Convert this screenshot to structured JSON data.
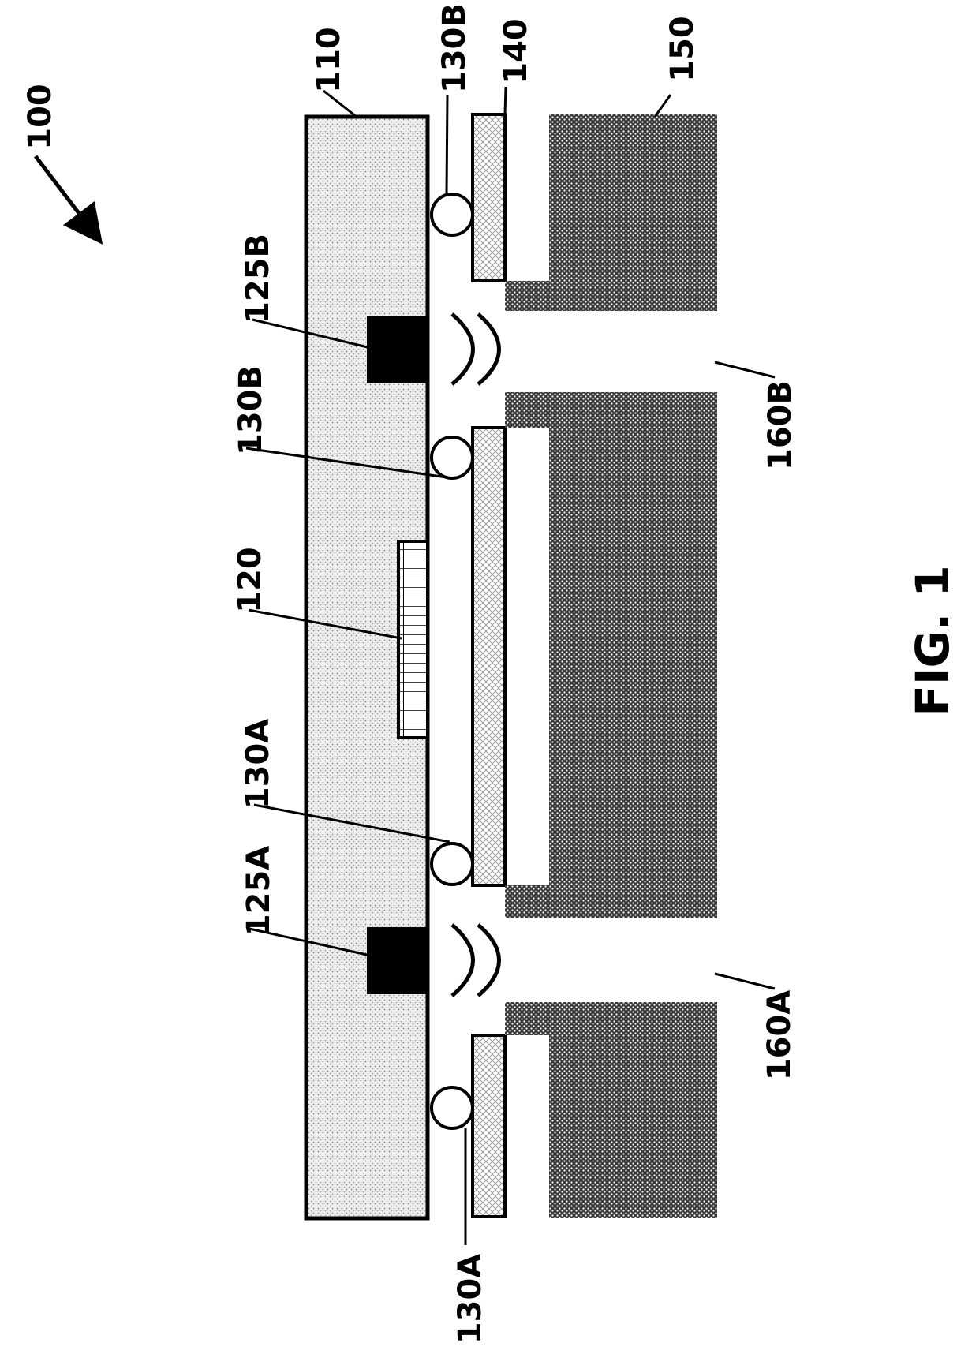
{
  "figure": {
    "caption": "FIG. 1"
  },
  "labels": {
    "assembly": "100",
    "substrate": "110",
    "chip": "120",
    "emitter_a": "125A",
    "emitter_b": "125B",
    "bump_a_left": "130A",
    "bump_a_right": "130A",
    "bump_b_left": "130B",
    "bump_b_right": "130B",
    "board": "140",
    "housing": "150",
    "aperture_a": "160A",
    "aperture_b": "160B"
  }
}
